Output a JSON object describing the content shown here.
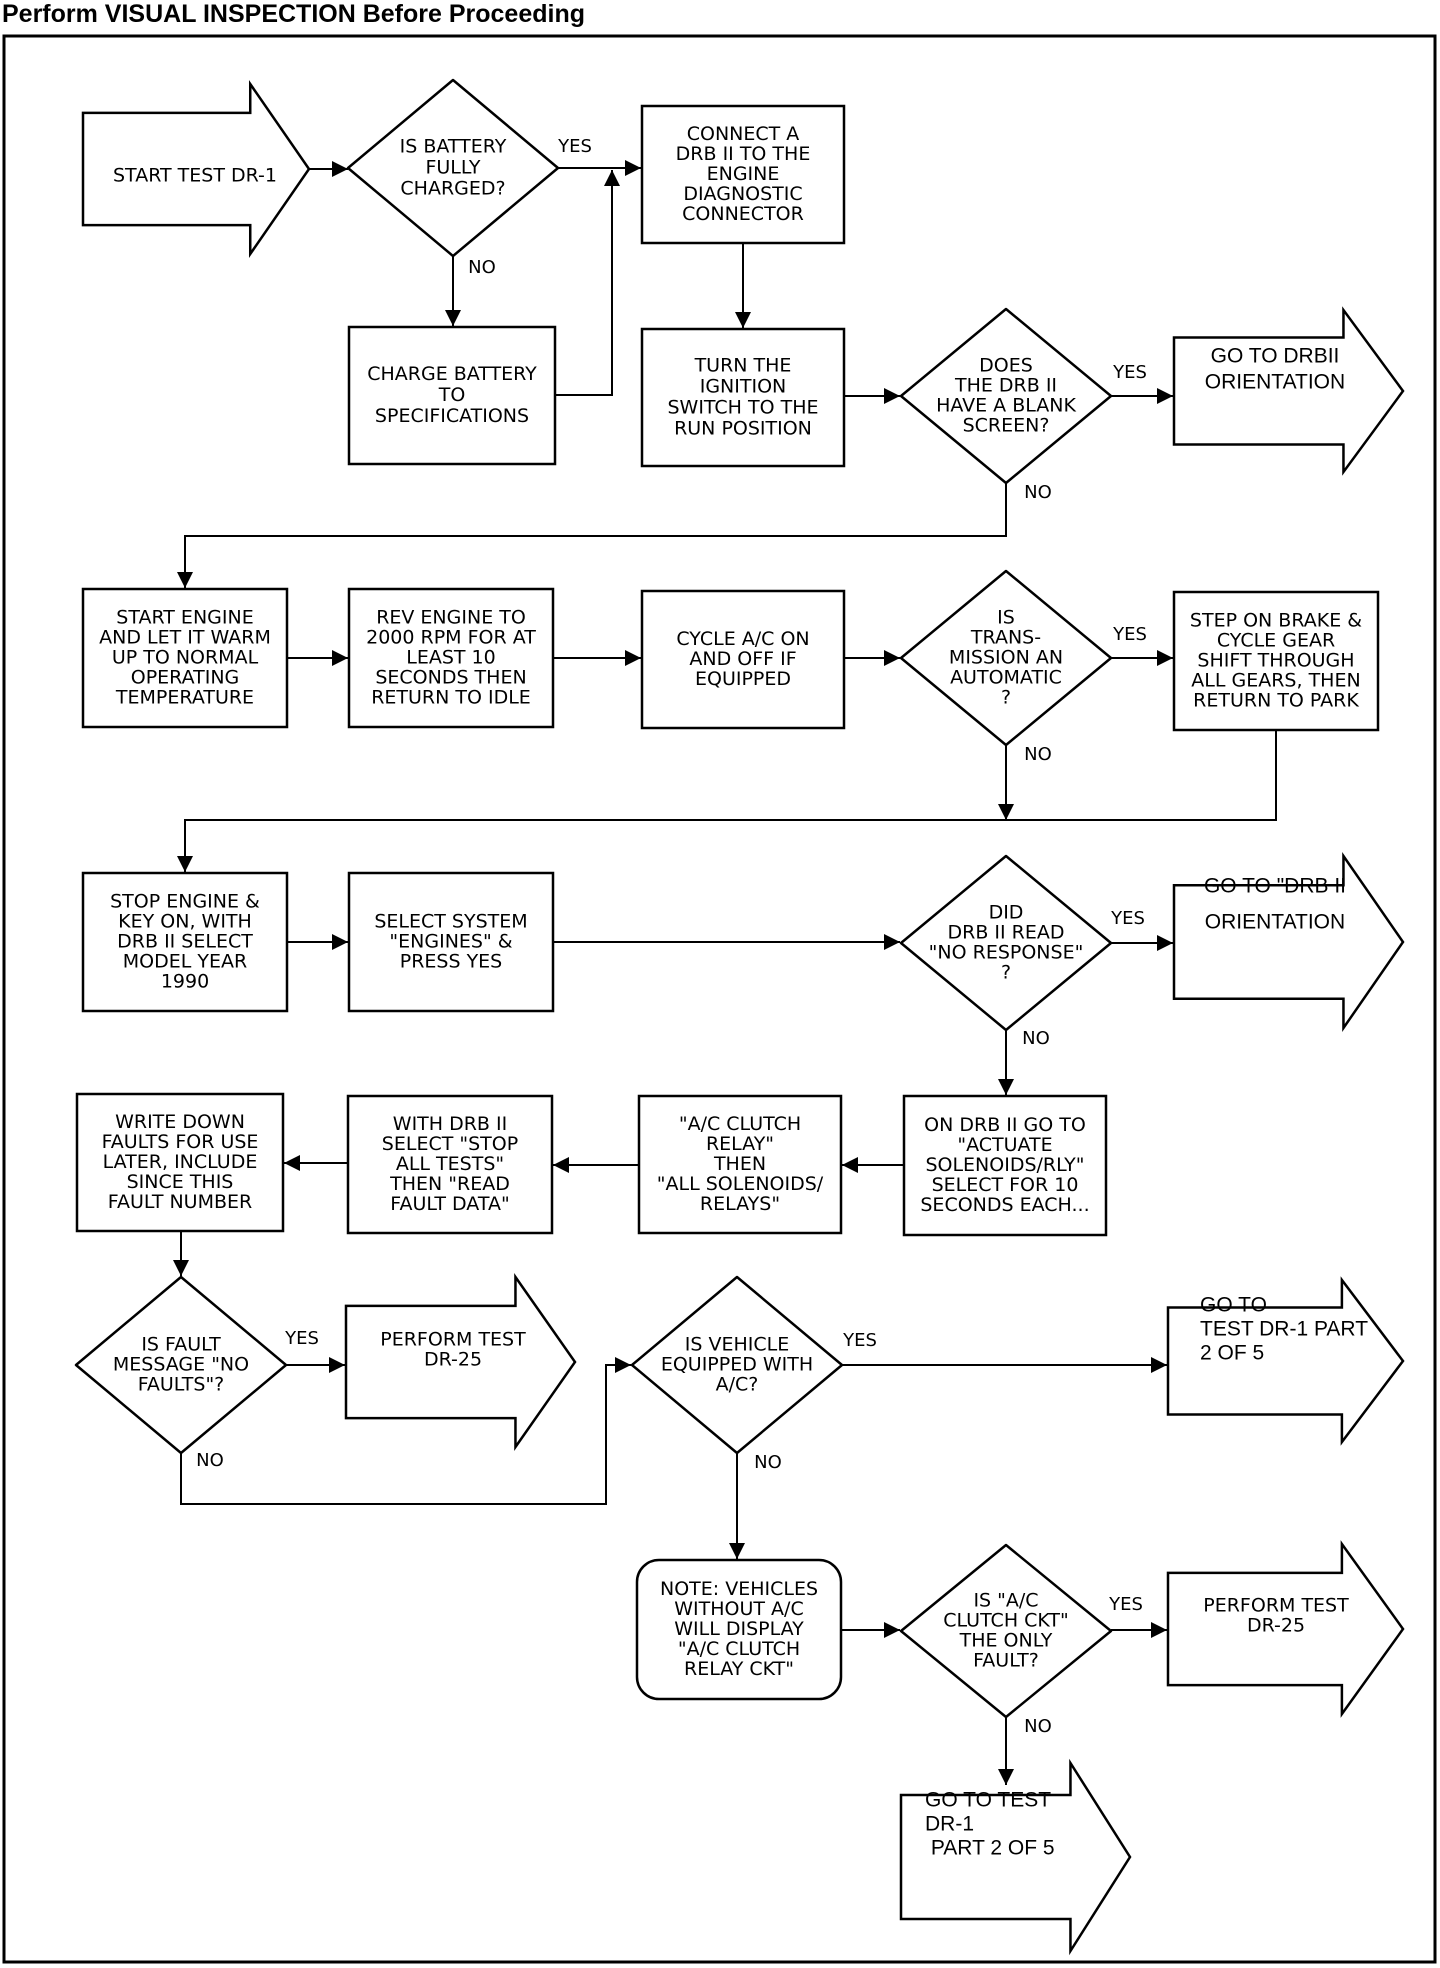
{
  "header": "Perform VISUAL INSPECTION Before Proceeding",
  "colors": {
    "stroke": "#000000",
    "background": "#ffffff"
  },
  "labels": {
    "yes": "YES",
    "no": "NO"
  },
  "nodes": {
    "start": [
      "START TEST DR-1"
    ],
    "q_battery": [
      "IS BATTERY",
      "FULLY",
      "CHARGED?"
    ],
    "charge_battery": [
      "CHARGE BATTERY",
      "TO",
      "SPECIFICATIONS"
    ],
    "connect_drb": [
      "CONNECT A",
      "DRB II TO THE",
      "ENGINE",
      "DIAGNOSTIC",
      "CONNECTOR"
    ],
    "turn_ignition": [
      "TURN THE",
      "IGNITION",
      "SWITCH TO THE",
      "RUN POSITION"
    ],
    "q_blank": [
      "DOES",
      "THE DRB II",
      "HAVE A BLANK",
      "SCREEN?"
    ],
    "goto_orientation_1": [
      "GO TO DRBII",
      "ORIENTATION"
    ],
    "start_engine": [
      "START ENGINE",
      "AND LET IT WARM",
      "UP TO NORMAL",
      "OPERATING",
      "TEMPERATURE"
    ],
    "rev_engine": [
      "REV ENGINE TO",
      "2000 RPM FOR AT",
      "LEAST 10",
      "SECONDS THEN",
      "RETURN TO IDLE"
    ],
    "cycle_ac": [
      "CYCLE A/C ON",
      "AND OFF IF",
      "EQUIPPED"
    ],
    "q_auto": [
      "IS",
      "TRANS-",
      "MISSION AN",
      "AUTOMATIC",
      "?"
    ],
    "step_brake": [
      "STEP ON BRAKE &",
      "CYCLE GEAR",
      "SHIFT THROUGH",
      "ALL GEARS, THEN",
      "RETURN TO PARK"
    ],
    "stop_engine": [
      "STOP ENGINE &",
      "KEY ON, WITH",
      "DRB II SELECT",
      "MODEL YEAR",
      "1990"
    ],
    "select_system": [
      "SELECT SYSTEM",
      "\"ENGINES\" &",
      "PRESS YES"
    ],
    "q_no_response": [
      "DID",
      "DRB II READ",
      "\"NO RESPONSE\"",
      "?"
    ],
    "goto_orientation_2": [
      "GO TO \"DRB II",
      "ORIENTATION"
    ],
    "actuate": [
      "ON DRB II GO TO",
      "\"ACTUATE",
      "SOLENOIDS/RLY\"",
      "SELECT FOR 10",
      "SECONDS EACH..."
    ],
    "ac_clutch_relay": [
      "\"A/C CLUTCH",
      "RELAY\"",
      "THEN",
      "\"ALL SOLENOIDS/",
      "RELAYS\""
    ],
    "stop_all_tests": [
      "WITH DRB II",
      "SELECT \"STOP",
      "ALL TESTS\"",
      "THEN \"READ",
      "FAULT DATA\""
    ],
    "write_faults": [
      "WRITE DOWN",
      "FAULTS FOR USE",
      "LATER, INCLUDE",
      "SINCE THIS",
      "FAULT NUMBER"
    ],
    "q_no_faults": [
      "IS FAULT",
      "MESSAGE \"NO",
      "FAULTS\"?"
    ],
    "perform_dr25_1": [
      "PERFORM TEST",
      "DR-25"
    ],
    "q_ac_equipped": [
      "IS VEHICLE",
      "EQUIPPED WITH",
      "A/C?"
    ],
    "goto_part2_1": [
      "GO TO",
      "TEST DR-1 PART",
      "2 OF 5"
    ],
    "note_vehicles": [
      "NOTE: VEHICLES",
      "WITHOUT A/C",
      "WILL DISPLAY",
      "\"A/C CLUTCH",
      "RELAY CKT\""
    ],
    "q_only_fault": [
      "IS \"A/C",
      "CLUTCH CKT\"",
      "THE ONLY",
      "FAULT?"
    ],
    "perform_dr25_2": [
      "PERFORM TEST",
      "DR-25"
    ],
    "goto_part2_2": [
      "GO TO TEST",
      "DR-1",
      " PART 2 OF 5"
    ]
  }
}
